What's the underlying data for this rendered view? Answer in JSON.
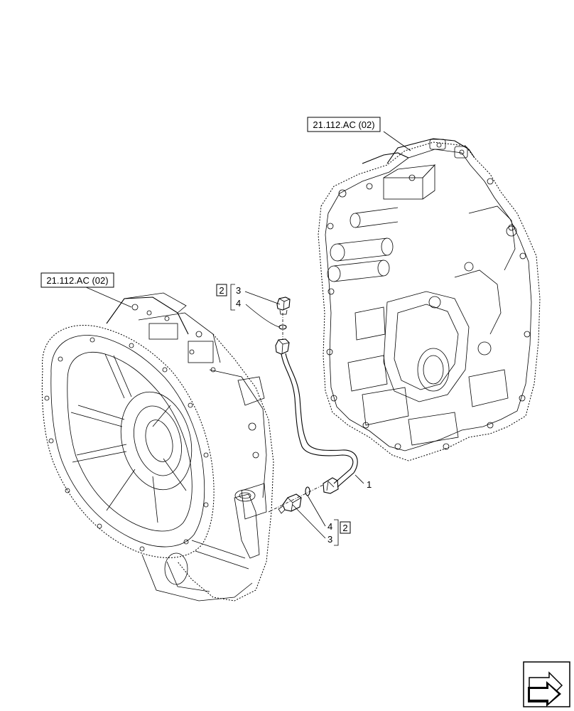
{
  "references": {
    "left_housing": "21.112.AC (02)",
    "right_housing": "21.112.AC (02)"
  },
  "callouts": {
    "group_top": "2",
    "group_bottom": "2",
    "top_item_a": "3",
    "top_item_b": "4",
    "bottom_item_a": "4",
    "bottom_item_b": "3",
    "pipe": "1"
  },
  "icons": {
    "nav": "next-page-arrow-icon"
  }
}
